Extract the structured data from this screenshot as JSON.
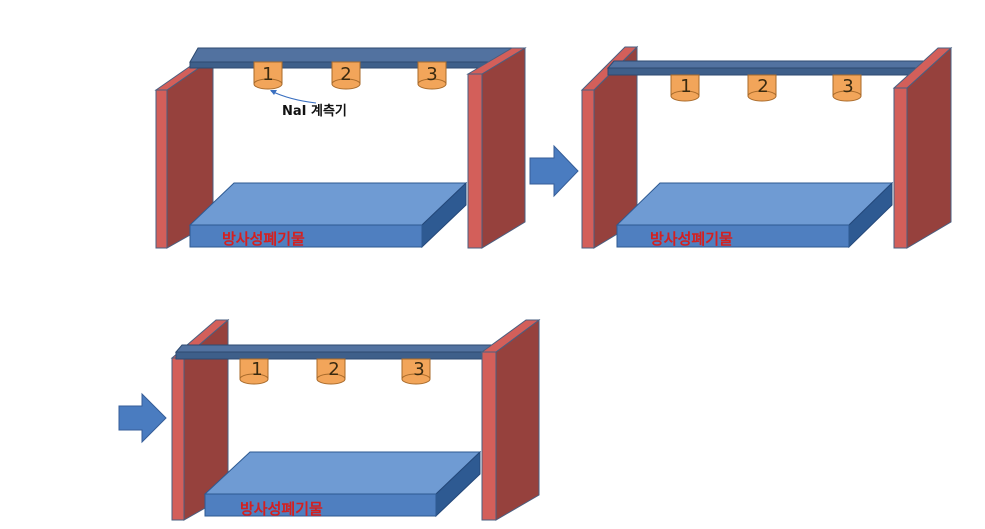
{
  "annotation": {
    "detector_label": "NaI 계측기"
  },
  "panels": [
    {
      "name": "panel-1",
      "waste_label": "방사성폐기물",
      "detectors": [
        "1",
        "2",
        "3"
      ]
    },
    {
      "name": "panel-2",
      "waste_label": "방사성폐기물",
      "detectors": [
        "1",
        "2",
        "3"
      ]
    },
    {
      "name": "panel-3",
      "waste_label": "방사성폐기물",
      "detectors": [
        "1",
        "2",
        "3"
      ]
    }
  ],
  "colors": {
    "wall_face": "#96413d",
    "wall_edge": "#d35f5a",
    "beam": "#3e5f8a",
    "slab_top": "#6f9bd3",
    "slab_front": "#4f7fc0",
    "slab_side": "#2e5a92",
    "detector": "#f2a55a",
    "arrow": "#4a7cc0",
    "waste_text": "#d42020"
  }
}
